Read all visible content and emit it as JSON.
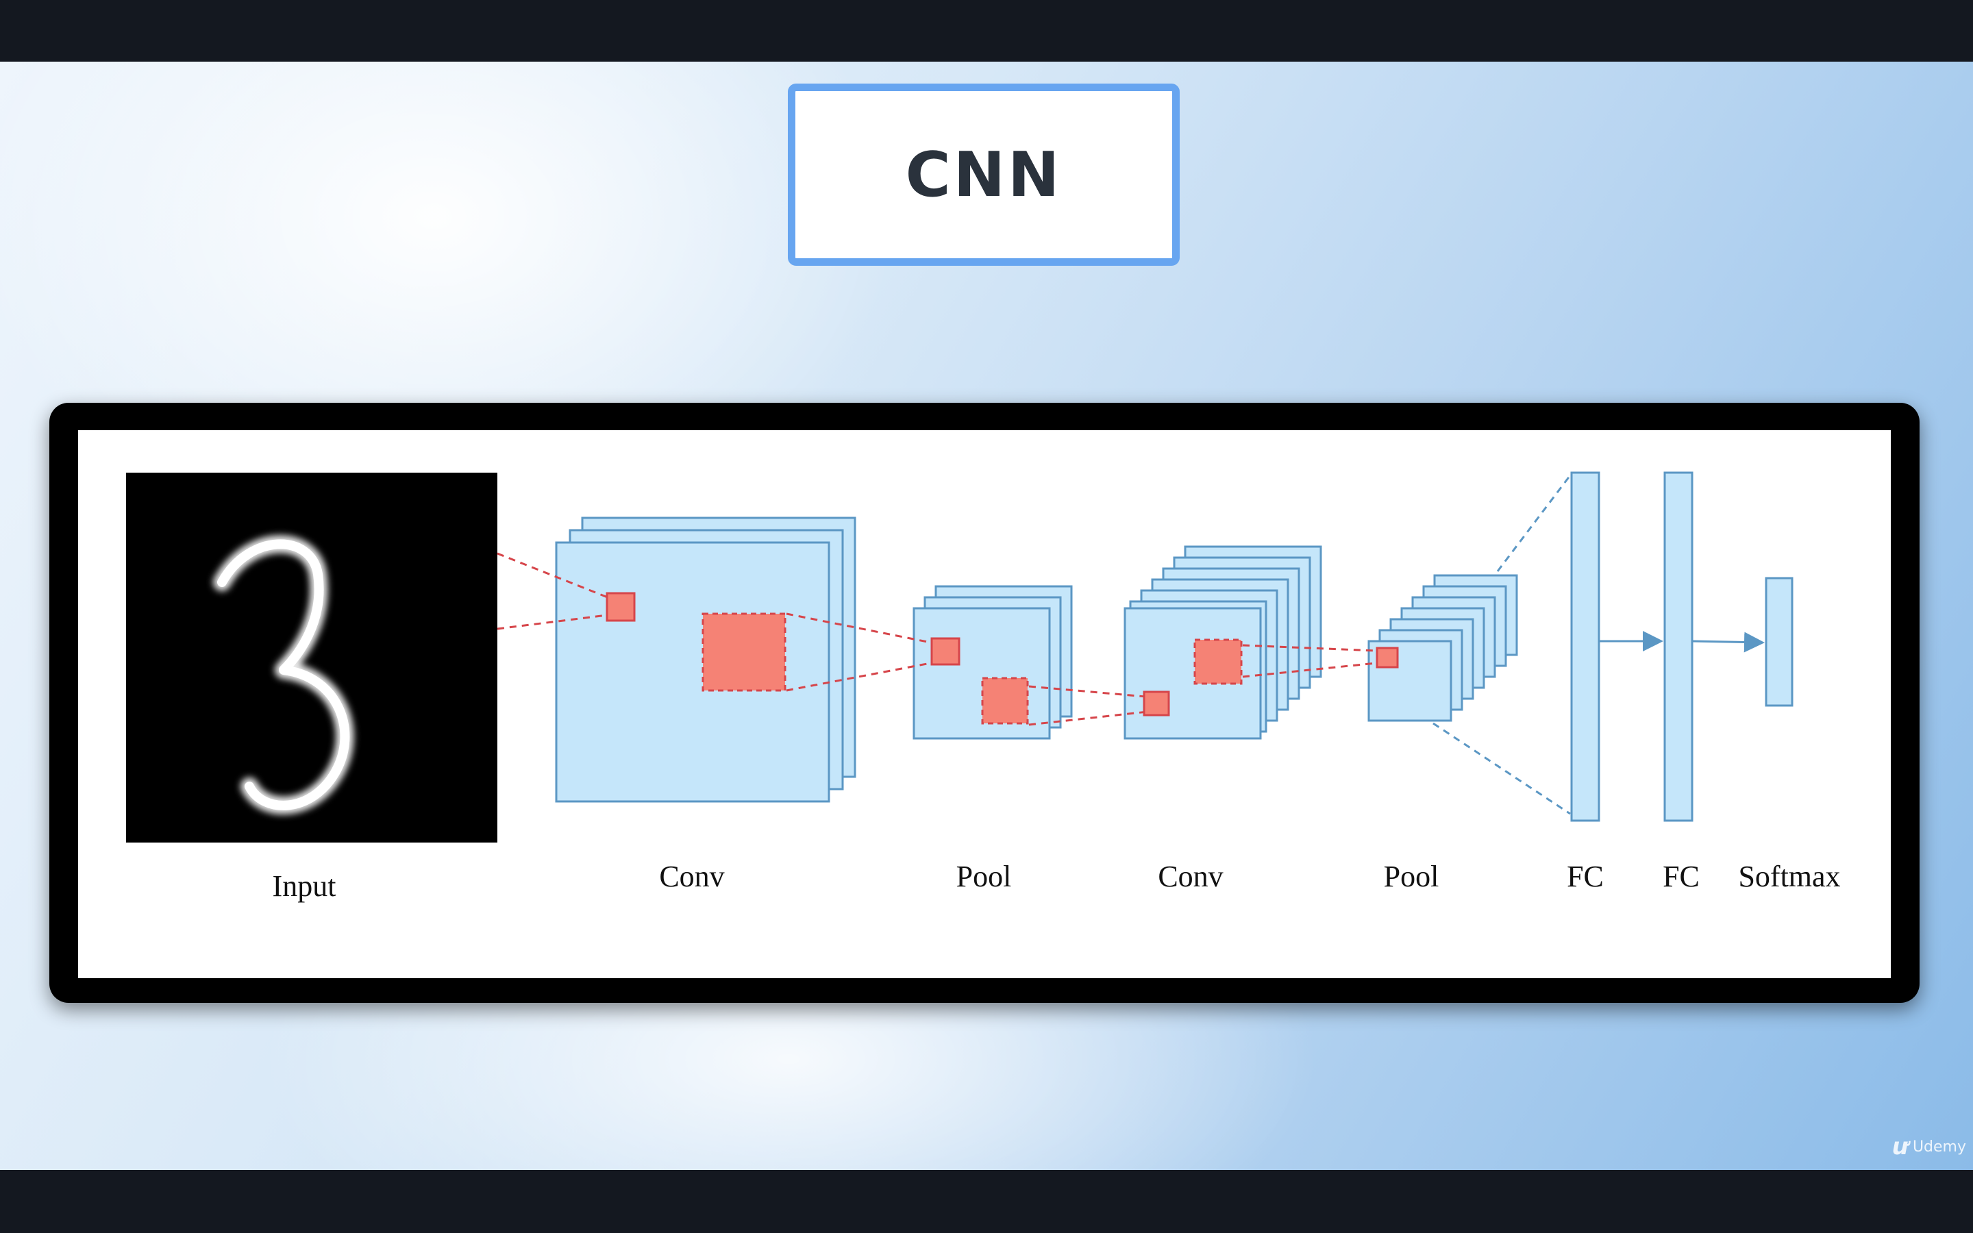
{
  "slide": {
    "title": "CNN"
  },
  "diagram": {
    "layers": [
      {
        "id": "input",
        "label": "Input"
      },
      {
        "id": "conv1",
        "label": "Conv"
      },
      {
        "id": "pool1",
        "label": "Pool"
      },
      {
        "id": "conv2",
        "label": "Conv"
      },
      {
        "id": "pool2",
        "label": "Pool"
      },
      {
        "id": "fc1",
        "label": "FC"
      },
      {
        "id": "fc2",
        "label": "FC"
      },
      {
        "id": "softmax",
        "label": "Softmax"
      }
    ],
    "input_digit": "3",
    "colors": {
      "feature_fill": "#c5e6fa",
      "feature_stroke": "#5b97c4",
      "kernel_fill": "#f58275",
      "kernel_stroke": "#d6454a",
      "connector": "#d6454a",
      "fc_connector": "#5b97c4"
    }
  },
  "watermark": {
    "logo_icon": "udemy-logo-icon",
    "text": "Udemy"
  }
}
